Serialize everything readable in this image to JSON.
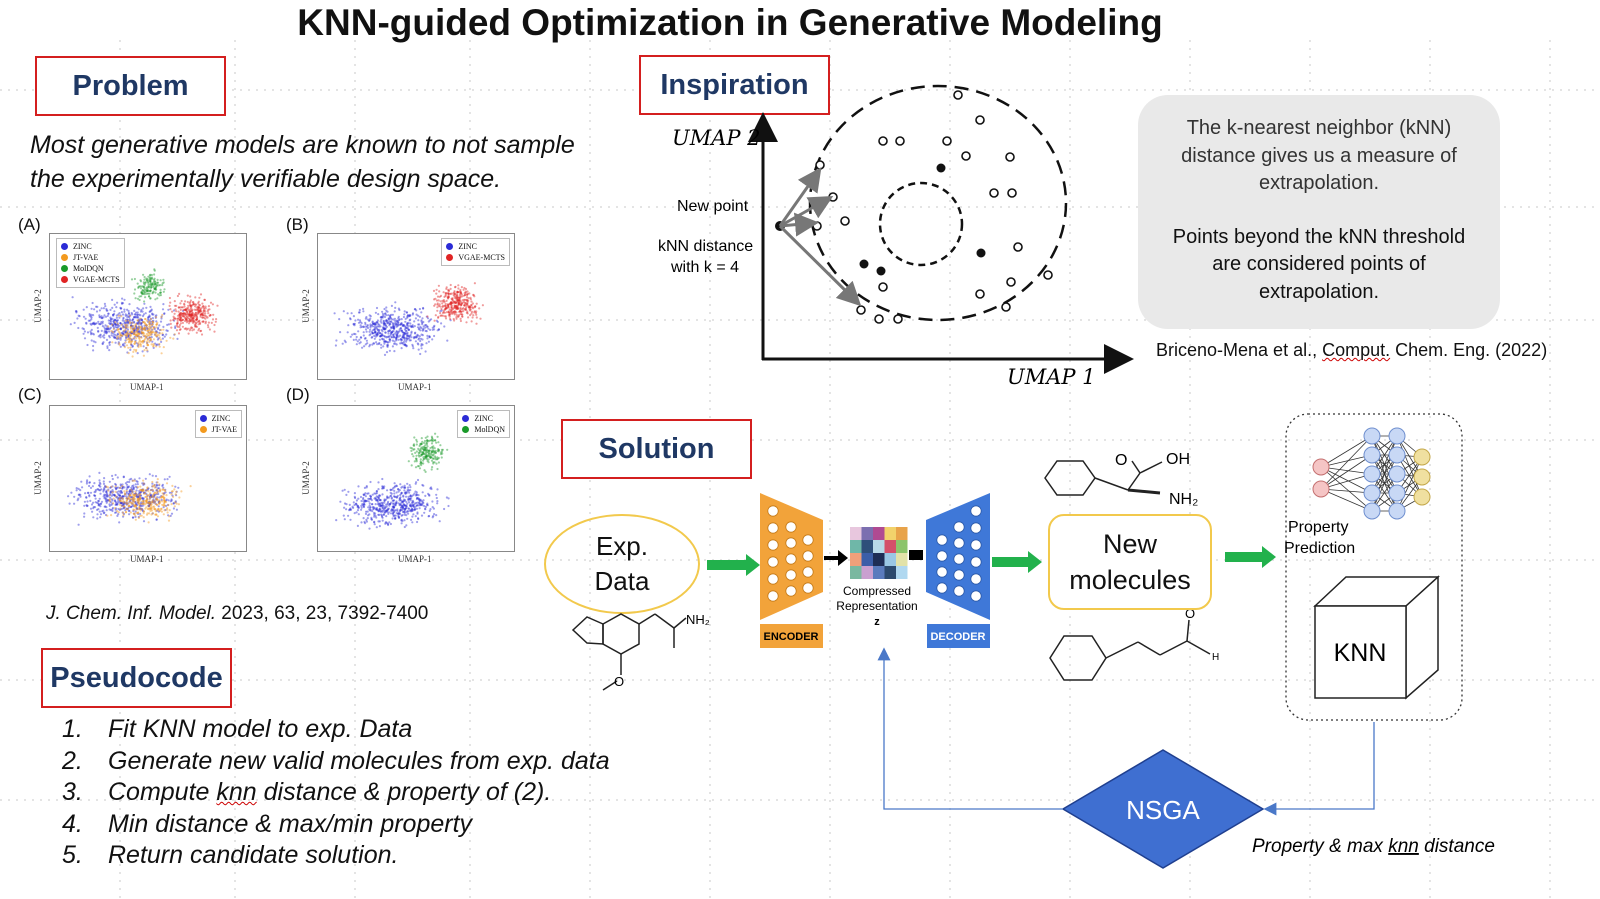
{
  "title": "KNN-guided Optimization in Generative Modeling",
  "problem": {
    "heading": "Problem",
    "text_line1": "Most generative models are known to not sample",
    "text_line2": "the experimentally verifiable design space.",
    "panels": [
      {
        "letter": "(A)",
        "xlabel": "UMAP-1",
        "ylabel": "UMAP-2",
        "legend": [
          {
            "label": "ZINC",
            "color": "#2b2bd6"
          },
          {
            "label": "JT-VAE",
            "color": "#f39a1e"
          },
          {
            "label": "MolDQN",
            "color": "#1a9a2a"
          },
          {
            "label": "VGAE-MCTS",
            "color": "#e02424"
          }
        ]
      },
      {
        "letter": "(B)",
        "xlabel": "UMAP-1",
        "ylabel": "UMAP-2",
        "legend": [
          {
            "label": "ZINC",
            "color": "#2b2bd6"
          },
          {
            "label": "VGAE-MCTS",
            "color": "#e02424"
          }
        ]
      },
      {
        "letter": "(C)",
        "xlabel": "UMAP-1",
        "ylabel": "UMAP-2",
        "legend": [
          {
            "label": "ZINC",
            "color": "#2b2bd6"
          },
          {
            "label": "JT-VAE",
            "color": "#f39a1e"
          }
        ]
      },
      {
        "letter": "(D)",
        "xlabel": "UMAP-1",
        "ylabel": "UMAP-2",
        "legend": [
          {
            "label": "ZINC",
            "color": "#2b2bd6"
          },
          {
            "label": "MolDQN",
            "color": "#1a9a2a"
          }
        ]
      }
    ],
    "citation_journal": "J. Chem. Inf. Model.",
    "citation_rest": " 2023, 63, 23, 7392-7400"
  },
  "pseudocode": {
    "heading": "Pseudocode",
    "steps": [
      {
        "num": "1.",
        "text": "Fit KNN model to exp. Data"
      },
      {
        "num": "2.",
        "text": "Generate new valid molecules from exp. data"
      },
      {
        "num": "3.",
        "text_pre": "Compute ",
        "text_wavy": "knn",
        "text_post": " distance & property of (2)."
      },
      {
        "num": "4.",
        "text": "Min distance & max/min property"
      },
      {
        "num": "5.",
        "text": "Return candidate solution."
      }
    ]
  },
  "inspiration": {
    "heading": "Inspiration",
    "y_axis": "UMAP 2",
    "x_axis": "UMAP 1",
    "new_point_label": "New point",
    "knn_label_line1": "kNN distance",
    "knn_label_line2": "with k = 4",
    "bubble_line1": "The k-nearest neighbor (kNN)",
    "bubble_line2": "distance gives us a measure of",
    "bubble_line3": "extrapolation.",
    "bubble_line4": "Points beyond the kNN  threshold",
    "bubble_line5": "are considered points of",
    "bubble_line6": "extrapolation.",
    "citation_pre": "Briceno-Mena et al., ",
    "citation_wavy": "Comput.",
    "citation_post": " Chem. Eng. (2022)"
  },
  "solution": {
    "heading": "Solution",
    "exp_line1": "Exp.",
    "exp_line2": "Data",
    "nh2_label": "NH₂",
    "o_label": "O",
    "encoder_label": "ENCODER",
    "decoder_label": "DECODER",
    "encoder_color": "#f2a33a",
    "decoder_color": "#3f78d8",
    "compressed_line1": "Compressed",
    "compressed_line2": "Representation",
    "z_label": "z",
    "new_line1": "New",
    "new_line2": "molecules",
    "mol_top_o": "O",
    "mol_top_oh": "OH",
    "mol_top_nh2": "NH₂",
    "mol_bottom_o": "O",
    "mol_bottom_h": "H",
    "property_line1": "Property",
    "property_line2": "Prediction",
    "knn_box": "KNN",
    "nsga_label": "NSGA",
    "nsga_color": "#3f6fd1",
    "feedback_label_pre": "Property & max ",
    "feedback_label_wavy": "knn",
    "feedback_label_post": " distance",
    "arrow_color": "#22b14c"
  }
}
